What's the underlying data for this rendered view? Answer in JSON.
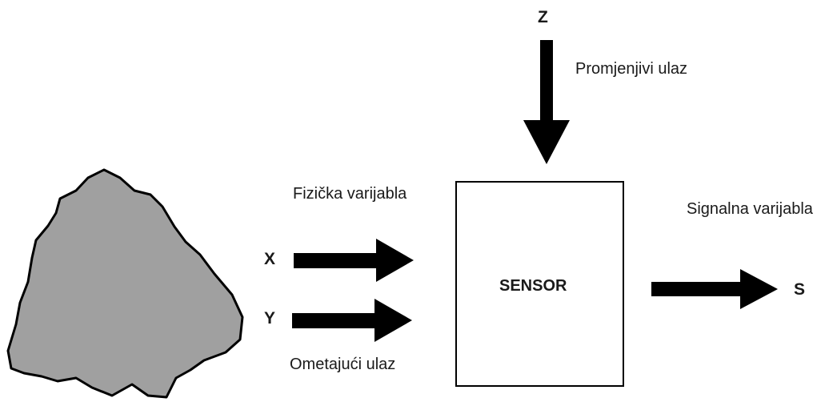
{
  "labels": {
    "z": "Z",
    "x": "X",
    "y": "Y",
    "s": "S",
    "sensor": "SENSOR",
    "promjenjivi_ulaz": "Promjenjivi ulaz",
    "fizicka_varijabla": "Fizička varijabla",
    "signalna_varijabla": "Signalna varijabla",
    "ometajuci_ulaz": "Ometajući ulaz"
  },
  "colors": {
    "arrow": "#000000",
    "object_fill": "#a0a0a0",
    "object_stroke": "#000000",
    "sensor_border": "#000000",
    "text": "#1a1a1a"
  }
}
